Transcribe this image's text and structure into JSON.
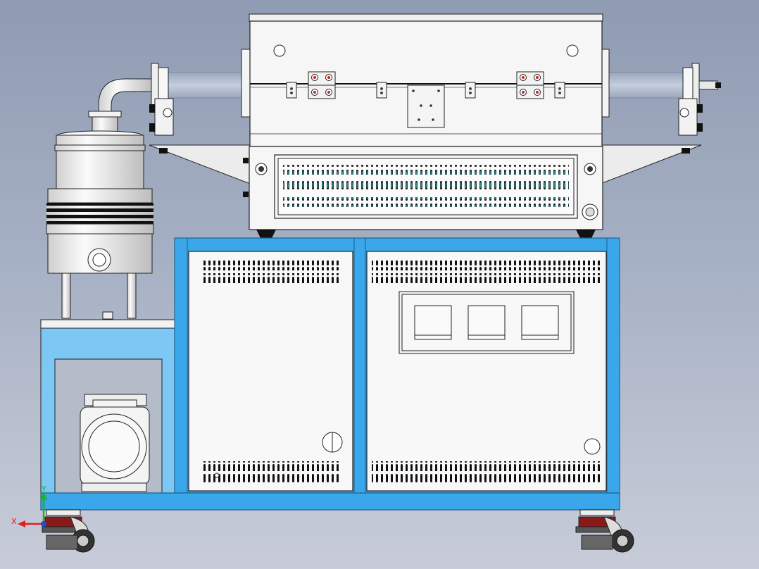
{
  "viewport": {
    "background_top": "#8f9bb2",
    "background_bottom": "#c7ccd8"
  },
  "colors": {
    "frame_blue": "#3aa7ea",
    "frame_blue_light": "#7cc7f4",
    "panel_white": "#f4f4f4",
    "metal": "#e6e6e6",
    "outline": "#222222",
    "vent_teal": "#2b8f93"
  },
  "coordinate_triad": {
    "x_label": "X",
    "y_label": "Y",
    "x_color": "#e02020",
    "y_color": "#1fb51f",
    "z_color": "#1f4fd0"
  },
  "parts": {
    "furnace": "tube-furnace",
    "pump": "vacuum-pump",
    "cabinet": "control-cabinet",
    "stand": "pump-stand",
    "backing_pump": "rotary-pump",
    "casters": "caster-wheels"
  }
}
